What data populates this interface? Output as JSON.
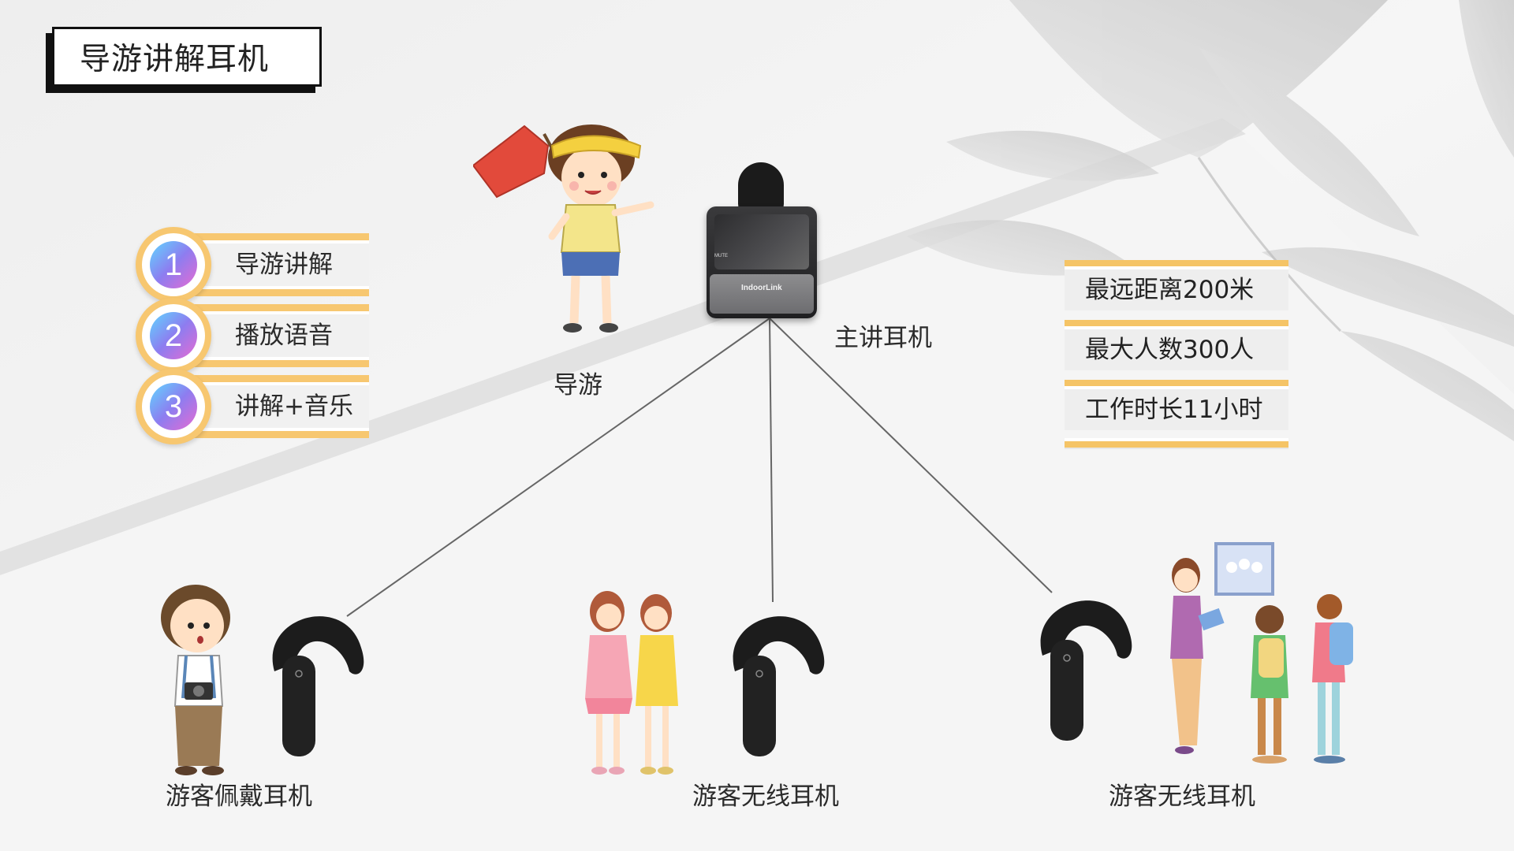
{
  "title": "导游讲解耳机",
  "features": [
    {
      "num": "1",
      "label": "导游讲解"
    },
    {
      "num": "2",
      "label": "播放语音"
    },
    {
      "num": "3",
      "label": "讲解+音乐"
    }
  ],
  "stats": [
    "最远距离200米",
    "最大人数300人",
    "工作时长11小时"
  ],
  "guide_label": "导游",
  "host_label": "主讲耳机",
  "device_brand": "IndoorLink",
  "device_mute": "MUTE",
  "receivers": [
    {
      "label": "游客佩戴耳机"
    },
    {
      "label": "游客无线耳机"
    },
    {
      "label": "游客无线耳机"
    }
  ],
  "colors": {
    "accent": "#f5c466",
    "gradient_start": "#5fd7ff",
    "gradient_end": "#e66bd2"
  }
}
